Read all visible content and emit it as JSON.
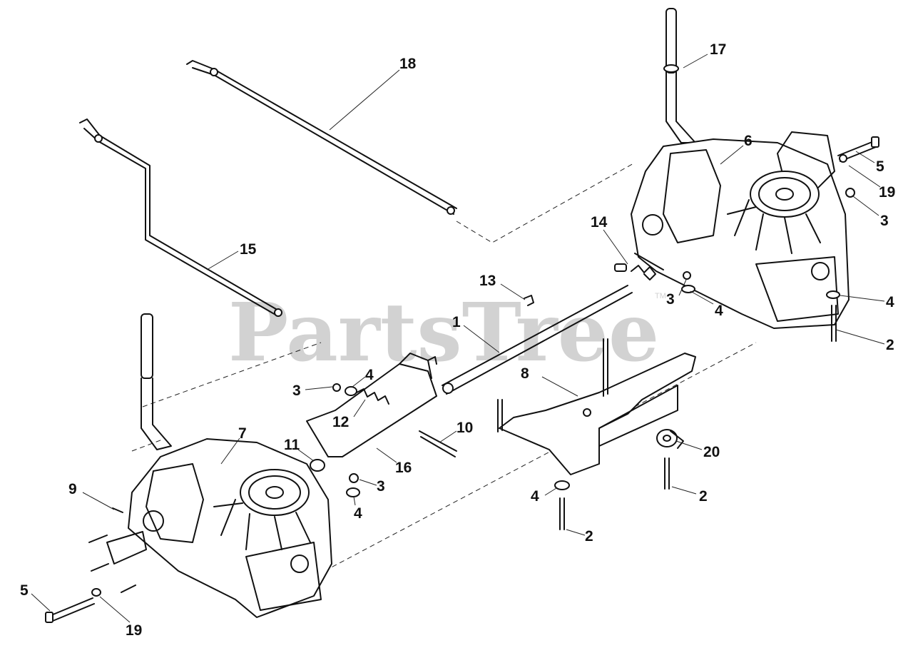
{
  "watermark": {
    "text": "PartsTree",
    "mark": "TM"
  },
  "callouts": [
    {
      "label": "18"
    },
    {
      "label": "17"
    },
    {
      "label": "6"
    },
    {
      "label": "5"
    },
    {
      "label": "19"
    },
    {
      "label": "3"
    },
    {
      "label": "14"
    },
    {
      "label": "15"
    },
    {
      "label": "13"
    },
    {
      "label": "3"
    },
    {
      "label": "4"
    },
    {
      "label": "4"
    },
    {
      "label": "1"
    },
    {
      "label": "2"
    },
    {
      "label": "8"
    },
    {
      "label": "3"
    },
    {
      "label": "4"
    },
    {
      "label": "12"
    },
    {
      "label": "10"
    },
    {
      "label": "7"
    },
    {
      "label": "11"
    },
    {
      "label": "16"
    },
    {
      "label": "20"
    },
    {
      "label": "9"
    },
    {
      "label": "3"
    },
    {
      "label": "4"
    },
    {
      "label": "4"
    },
    {
      "label": "2"
    },
    {
      "label": "2"
    },
    {
      "label": "5"
    },
    {
      "label": "19"
    }
  ]
}
